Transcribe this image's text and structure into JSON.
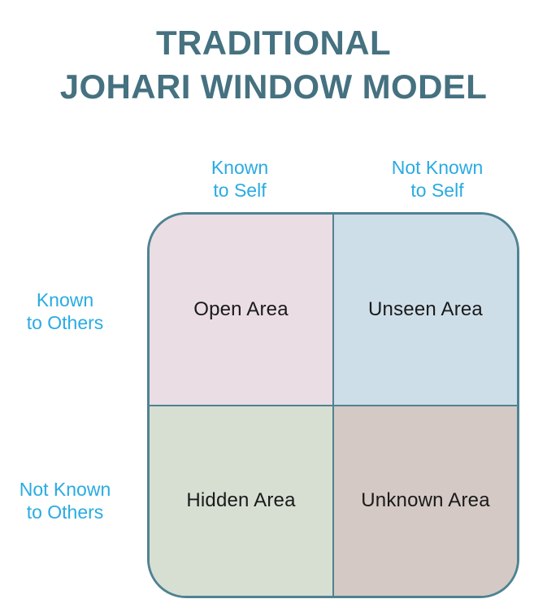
{
  "title": {
    "line1": "TRADITIONAL",
    "line2": "JOHARI WINDOW MODEL",
    "color": "#457180"
  },
  "axis": {
    "label_color": "#29abe2",
    "columns": [
      {
        "id": "known-self",
        "line1": "Known",
        "line2": "to Self"
      },
      {
        "id": "not-known-self",
        "line1": "Not Known",
        "line2": "to Self"
      }
    ],
    "rows": [
      {
        "id": "known-others",
        "line1": "Known",
        "line2": "to Others"
      },
      {
        "id": "not-known-others",
        "line1": "Not Known",
        "line2": "to Others"
      }
    ]
  },
  "matrix": {
    "border_color": "#4f8391",
    "quadrants": [
      {
        "id": "open",
        "label": "Open Area",
        "fill": "#eadde4",
        "row": "Known to Others",
        "column": "Known to Self"
      },
      {
        "id": "unseen",
        "label": "Unseen Area",
        "fill": "#cedee9",
        "row": "Known to Others",
        "column": "Not Known to Self"
      },
      {
        "id": "hidden",
        "label": "Hidden Area",
        "fill": "#d7dfd3",
        "row": "Not Known to Others",
        "column": "Known to Self"
      },
      {
        "id": "unknown",
        "label": "Unknown Area",
        "fill": "#d4c9c4",
        "row": "Not Known to Others",
        "column": "Not Known to Self"
      }
    ]
  },
  "chart_data": {
    "type": "table",
    "title": "TRADITIONAL JOHARI WINDOW MODEL",
    "xlabel": "",
    "ylabel": "",
    "categories": [
      "Known to Self",
      "Not Known to Self"
    ],
    "row_categories": [
      "Known to Others",
      "Not Known to Others"
    ],
    "cells": [
      [
        "Open Area",
        "Unseen Area"
      ],
      [
        "Hidden Area",
        "Unknown Area"
      ]
    ],
    "cell_colors": [
      [
        "#eadde4",
        "#cedee9"
      ],
      [
        "#d7dfd3",
        "#d4c9c4"
      ]
    ]
  }
}
